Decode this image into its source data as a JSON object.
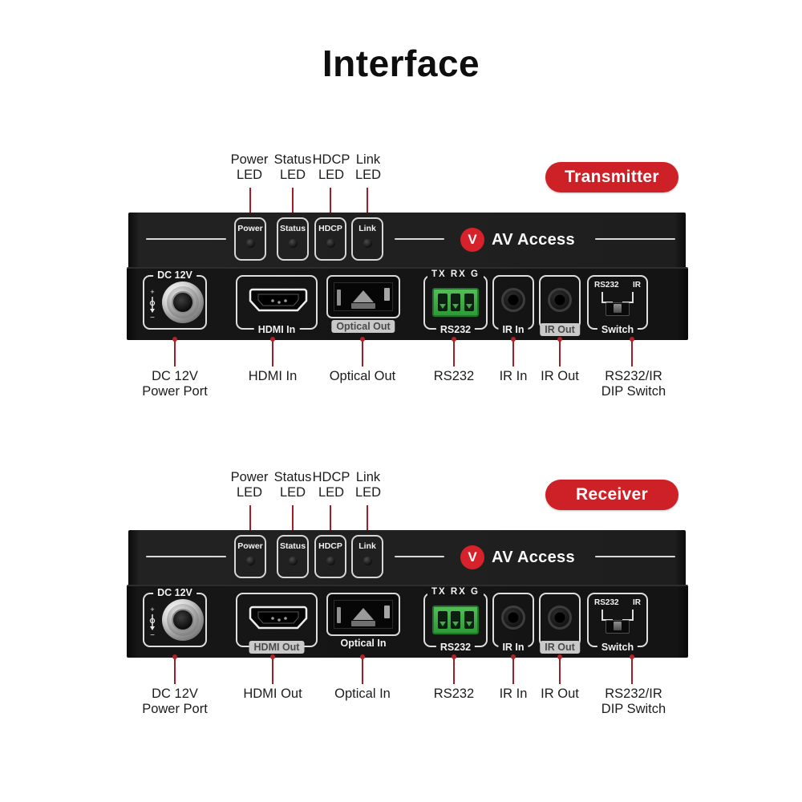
{
  "title": "Interface",
  "brand": {
    "name": "AV Access",
    "logo_letter": "V"
  },
  "colors": {
    "accent_red": "#ce2127",
    "leader_red": "#9e2024",
    "terminal_green": "#41ad49",
    "chassis_black": "#161616"
  },
  "devices": [
    {
      "badge": "Transmitter",
      "leds": [
        {
          "callout_line1": "Power",
          "callout_line2": "LED",
          "panel_label": "Power"
        },
        {
          "callout_line1": "Status",
          "callout_line2": "LED",
          "panel_label": "Status"
        },
        {
          "callout_line1": "HDCP",
          "callout_line2": "LED",
          "panel_label": "HDCP"
        },
        {
          "callout_line1": "Link",
          "callout_line2": "LED",
          "panel_label": "Link"
        }
      ],
      "ports": {
        "power": {
          "panel_label": "DC 12V",
          "callout_line1": "DC 12V",
          "callout_line2": "Power Port",
          "polarity_plus": "+",
          "polarity_minus": "−"
        },
        "hdmi": {
          "panel_label": "HDMI In",
          "callout": "HDMI In"
        },
        "optical": {
          "panel_label": "Optical Out",
          "callout": "Optical Out"
        },
        "rs232": {
          "pins_label": "TX RX G",
          "panel_label": "RS232",
          "callout": "RS232"
        },
        "ir_in": {
          "panel_label": "IR In",
          "callout": "IR In"
        },
        "ir_out": {
          "panel_label": "IR Out",
          "callout": "IR Out"
        },
        "dip_switch": {
          "left_label": "RS232",
          "right_label": "IR",
          "panel_label": "Switch",
          "callout_line1": "RS232/IR",
          "callout_line2": "DIP Switch"
        }
      }
    },
    {
      "badge": "Receiver",
      "leds": [
        {
          "callout_line1": "Power",
          "callout_line2": "LED",
          "panel_label": "Power"
        },
        {
          "callout_line1": "Status",
          "callout_line2": "LED",
          "panel_label": "Status"
        },
        {
          "callout_line1": "HDCP",
          "callout_line2": "LED",
          "panel_label": "HDCP"
        },
        {
          "callout_line1": "Link",
          "callout_line2": "LED",
          "panel_label": "Link"
        }
      ],
      "ports": {
        "power": {
          "panel_label": "DC 12V",
          "callout_line1": "DC 12V",
          "callout_line2": "Power Port",
          "polarity_plus": "+",
          "polarity_minus": "−"
        },
        "hdmi": {
          "panel_label": "HDMI Out",
          "callout": "HDMI Out"
        },
        "optical": {
          "panel_label": "Optical In",
          "callout": "Optical In"
        },
        "rs232": {
          "pins_label": "TX RX G",
          "panel_label": "RS232",
          "callout": "RS232"
        },
        "ir_in": {
          "panel_label": "IR In",
          "callout": "IR In"
        },
        "ir_out": {
          "panel_label": "IR Out",
          "callout": "IR Out"
        },
        "dip_switch": {
          "left_label": "RS232",
          "right_label": "IR",
          "panel_label": "Switch",
          "callout_line1": "RS232/IR",
          "callout_line2": "DIP Switch"
        }
      }
    }
  ]
}
